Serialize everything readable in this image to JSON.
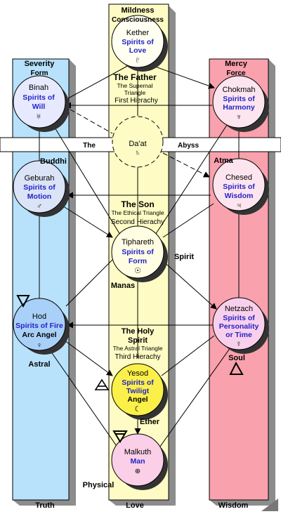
{
  "pillars": {
    "left": {
      "title": "Severity",
      "subtitle": "Form",
      "footer": "Truth",
      "color": "#b8e2fb"
    },
    "middle": {
      "title": "Mildness",
      "subtitle": "Consciousness",
      "footer": "Love",
      "color": "#fefcc4"
    },
    "right": {
      "title": "Mercy",
      "subtitle": "Force",
      "footer": "Wisdom",
      "color": "#f9a1ad"
    }
  },
  "abyss": {
    "left_label": "The",
    "right_label": "Abyss"
  },
  "triangles": {
    "supernal": {
      "title": "The Father",
      "line1": "The Supernal",
      "line2": "Triangle",
      "line3": "First Hierachy"
    },
    "ethical": {
      "title": "The Son",
      "line1": "The Ethical Triangle",
      "line2": "Second Hierachy"
    },
    "astral": {
      "title1": "The Holy",
      "title2": "Spirit",
      "line1": "The Astral Triangle",
      "line2": "Third Hierachy"
    }
  },
  "sephiroth": {
    "kether": {
      "name": "Kether",
      "sub1": "Spirits of",
      "sub2": "Love",
      "symbol": "♇"
    },
    "binah": {
      "name": "Binah",
      "sub1": "Spirits of",
      "sub2": "Will",
      "symbol": "♅"
    },
    "chokmah": {
      "name": "Chokmah",
      "sub1": "Spirits of",
      "sub2": "Harmony",
      "symbol": "♆"
    },
    "daat": {
      "name": "Da'at",
      "symbol": "♄"
    },
    "geburah": {
      "name": "Geburah",
      "sub1": "Spirits of",
      "sub2": "Motion",
      "symbol": "♂"
    },
    "chesed": {
      "name": "Chesed",
      "sub1": "Spirits of",
      "sub2": "Wisdom",
      "symbol": "♃"
    },
    "tiphareth": {
      "name": "Tiphareth",
      "sub1": "Spirits of",
      "sub2": "Form",
      "symbol": "☉"
    },
    "hod": {
      "name": "Hod",
      "sub1": "Spirits of Fire",
      "sub2": "Arc Angel",
      "symbol": "♀"
    },
    "netzach": {
      "name": "Netzach",
      "sub1": "Spirits of",
      "sub2": "Personality",
      "sub3": "or Time",
      "symbol": "☿"
    },
    "yesod": {
      "name": "Yesod",
      "sub1": "Spirits of",
      "sub2": "Twiligt",
      "sub3": "Angel",
      "symbol": "☾"
    },
    "malkuth": {
      "name": "Malkuth",
      "sub1": "Man",
      "symbol": "⊕"
    }
  },
  "labels": {
    "buddhi": "Buddhi",
    "atma": "Atma",
    "spirit": "Spirit",
    "manas": "Manas",
    "astral": "Astral",
    "soul": "Soul",
    "ether": "Ether",
    "physical": "Physical"
  },
  "symbols": {
    "water": "▽",
    "fire": "△",
    "air": "🜁",
    "earth": "🜃"
  }
}
